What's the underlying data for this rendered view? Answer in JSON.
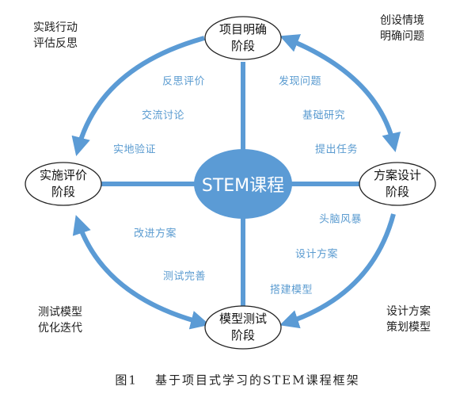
{
  "center": "STEM课程",
  "nodes": {
    "top": [
      "项目明确",
      "阶段"
    ],
    "right": [
      "方案设计",
      "阶段"
    ],
    "bottom": [
      "模型测试",
      "阶段"
    ],
    "left": [
      "实施评价",
      "阶段"
    ]
  },
  "corners": {
    "top_left": [
      "实践行动",
      "评估反思"
    ],
    "top_right": [
      "创设情境",
      "明确问题"
    ],
    "bottom_left": [
      "测试模型",
      "优化迭代"
    ],
    "bottom_right": [
      "设计方案",
      "策划模型"
    ]
  },
  "quadrants": {
    "top_right": [
      "发现问题",
      "基础研究",
      "提出任务"
    ],
    "top_left": [
      "反思评价",
      "交流讨论",
      "实地验证"
    ],
    "bottom_right": [
      "头脑风暴",
      "设计方案",
      "搭建模型"
    ],
    "bottom_left": [
      "改进方案",
      "测试完善"
    ]
  },
  "caption": {
    "number": "图1",
    "title": "基于项目式学习的STEM课程框架"
  },
  "colors": {
    "accent": "#5b9bd5",
    "center_fill": "#5b9bd5",
    "label_text": "#5a9bd0"
  }
}
